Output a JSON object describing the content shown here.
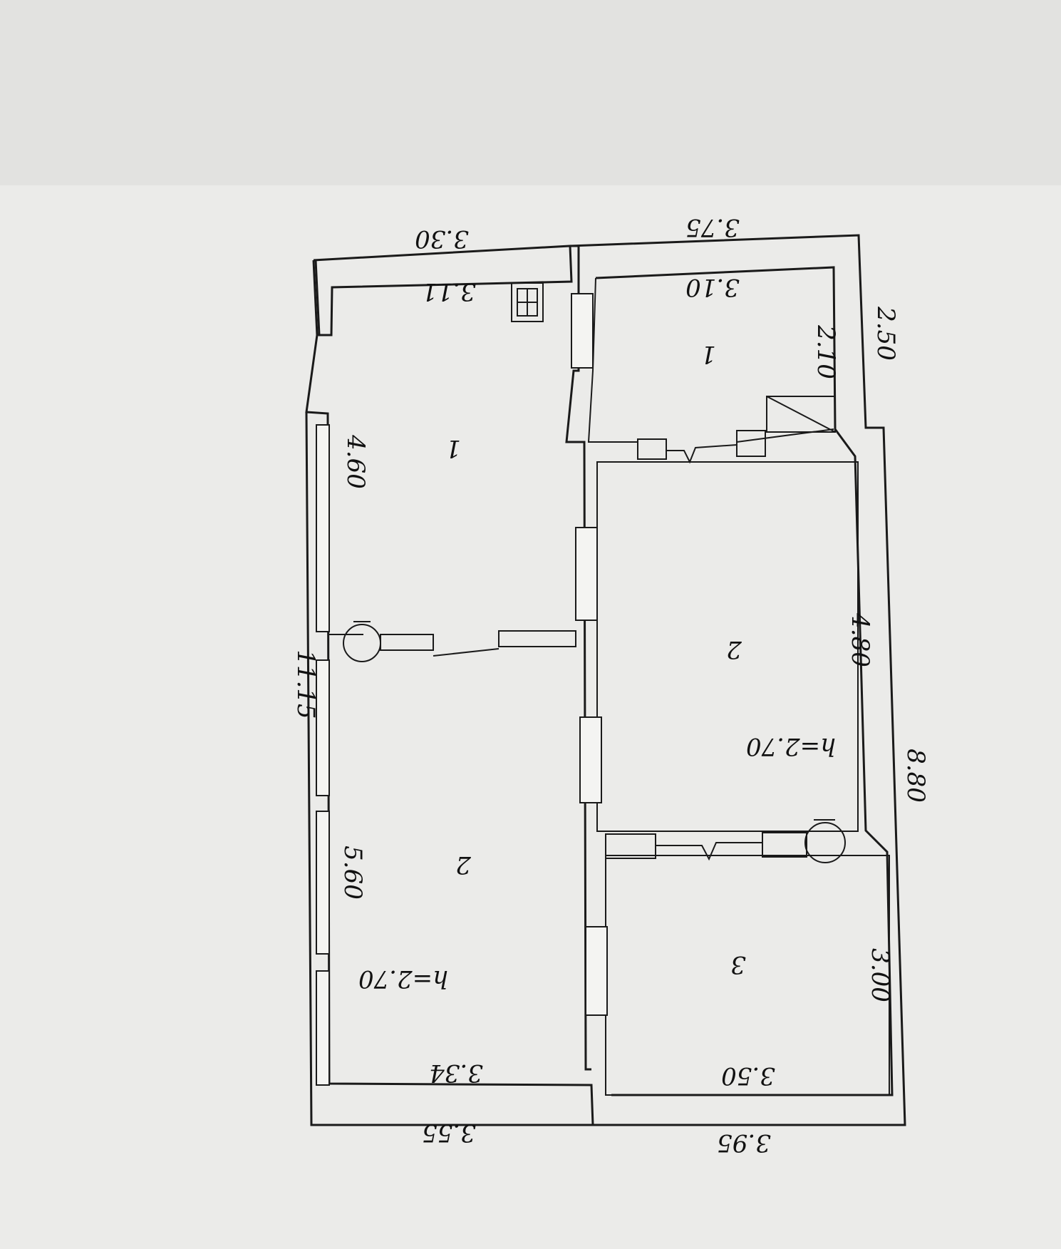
{
  "plan": {
    "left_unit": {
      "top_width": "3.30",
      "inner_top": "3.11",
      "length": "11.15",
      "room1_len": "4.60",
      "room2_len": "5.60",
      "inner_bottom": "3.34",
      "bottom_width": "3.55",
      "room1": "1",
      "room2": "2",
      "height": "h=2.70"
    },
    "right_unit": {
      "top_width": "3.75",
      "inner_top": "3.10",
      "corridor_len": "2.10",
      "outer_short": "2.50",
      "room2_len": "4.80",
      "outer_long": "8.80",
      "room3_len": "3.00",
      "inner_bottom": "3.50",
      "bottom_width": "3.95",
      "room1": "1",
      "room2": "2",
      "room3": "3",
      "height": "h=2.70"
    }
  }
}
